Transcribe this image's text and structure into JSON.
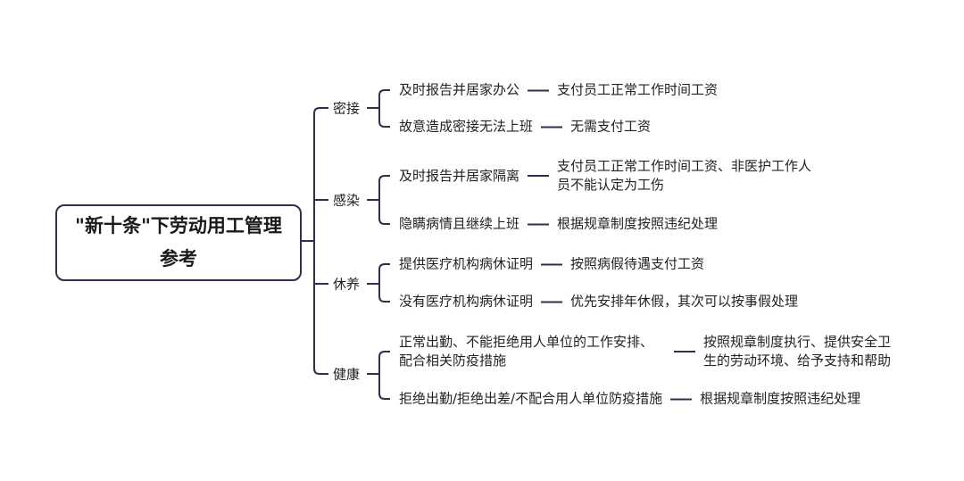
{
  "root": {
    "line1": "\"新十条\"下劳动用工管理",
    "line2": "参考"
  },
  "branches": [
    {
      "label": "密接",
      "children": [
        {
          "condition": "及时报告并居家办公",
          "result": "支付员工正常工作时间工资"
        },
        {
          "condition": "故意造成密接无法上班",
          "result": "无需支付工资"
        }
      ]
    },
    {
      "label": "感染",
      "children": [
        {
          "condition": "及时报告并居家隔离",
          "result": "支付员工正常工作时间工资、非医护工作人员不能认定为工伤"
        },
        {
          "condition": "隐瞒病情且继续上班",
          "result": "根据规章制度按照违纪处理"
        }
      ]
    },
    {
      "label": "休养",
      "children": [
        {
          "condition": "提供医疗机构病休证明",
          "result": "按照病假待遇支付工资"
        },
        {
          "condition": "没有医疗机构病休证明",
          "result": "优先安排年休假，其次可以按事假处理"
        }
      ]
    },
    {
      "label": "健康",
      "children": [
        {
          "condition": "正常出勤、不能拒绝用人单位的工作安排、配合相关防疫措施",
          "result": "按照规章制度执行、提供安全卫生的劳动环境、给予支持和帮助"
        },
        {
          "condition": "拒绝出勤/拒绝出差/不配合用人单位防疫措施",
          "result": "根据规章制度按照违纪处理"
        }
      ]
    }
  ],
  "colors": {
    "line": "#2d3050",
    "text": "#222222"
  }
}
